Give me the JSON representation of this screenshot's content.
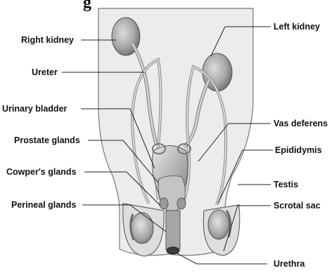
{
  "heading_fragment": "g",
  "labels": {
    "right_kidney": "Right kidney",
    "left_kidney": "Left kidney",
    "ureter": "Ureter",
    "urinary_bladder": "Urinary bladder",
    "vas_deferens": "Vas deferens",
    "prostate_glands": "Prostate glands",
    "epididymis": "Epididymis",
    "cowpers_glands": "Cowper's glands",
    "testis": "Testis",
    "perineal_glands": "Perineal glands",
    "scrotal_sac": "Scrotal sac",
    "urethra": "Urethra"
  },
  "colors": {
    "body_fill": "#e6e6e6",
    "organ_fill": "#b9b9b9",
    "organ_dark": "#7c7c7c",
    "outline": "#4a4a4a",
    "leader_line": "#222222",
    "text": "#111111"
  }
}
